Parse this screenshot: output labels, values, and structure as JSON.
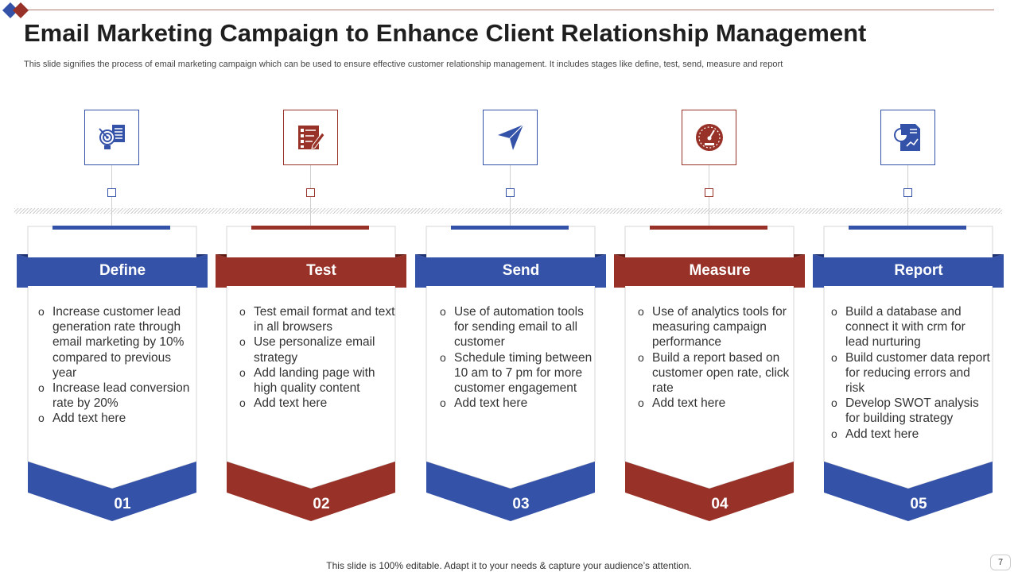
{
  "header": {
    "title": "Email Marketing Campaign to Enhance Client Relationship Management",
    "subtitle": "This slide signifies the process of email marketing campaign which can be used to ensure effective customer relationship management. It includes stages like define, test, send, measure and report"
  },
  "colors": {
    "blue": "#3552a9",
    "red": "#983228"
  },
  "stages": [
    {
      "label": "Define",
      "number": "01",
      "icon": "target-bulb-icon",
      "color": "blue",
      "bullets": [
        "Increase customer lead generation rate through email marketing by 10% compared to previous year",
        "Increase lead conversion rate by 20%",
        "Add text here"
      ]
    },
    {
      "label": "Test",
      "number": "02",
      "icon": "checklist-pencil-icon",
      "color": "red",
      "bullets": [
        "Test email format and text in all browsers",
        "Use personalize email strategy",
        "Add landing page with high quality  content",
        "Add text here"
      ]
    },
    {
      "label": "Send",
      "number": "03",
      "icon": "paper-plane-icon",
      "color": "blue",
      "bullets": [
        "Use of automation tools for sending email to all customer",
        "Schedule timing between 10 am to 7 pm for more customer engagement",
        "Add text here"
      ]
    },
    {
      "label": "Measure",
      "number": "04",
      "icon": "gauge-icon",
      "color": "red",
      "bullets": [
        " Use of analytics tools for measuring campaign performance",
        "Build a report based on customer open rate, click rate",
        "Add text here"
      ]
    },
    {
      "label": "Report",
      "number": "05",
      "icon": "report-chart-icon",
      "color": "blue",
      "bullets": [
        "Build a database and connect it with crm for lead nurturing",
        "Build customer data report for reducing errors and risk",
        "Develop SWOT analysis for building strategy",
        "Add text here"
      ]
    }
  ],
  "footer": {
    "note": "This slide is 100% editable. Adapt it to your needs & capture your audience’s attention.",
    "page": "7"
  }
}
